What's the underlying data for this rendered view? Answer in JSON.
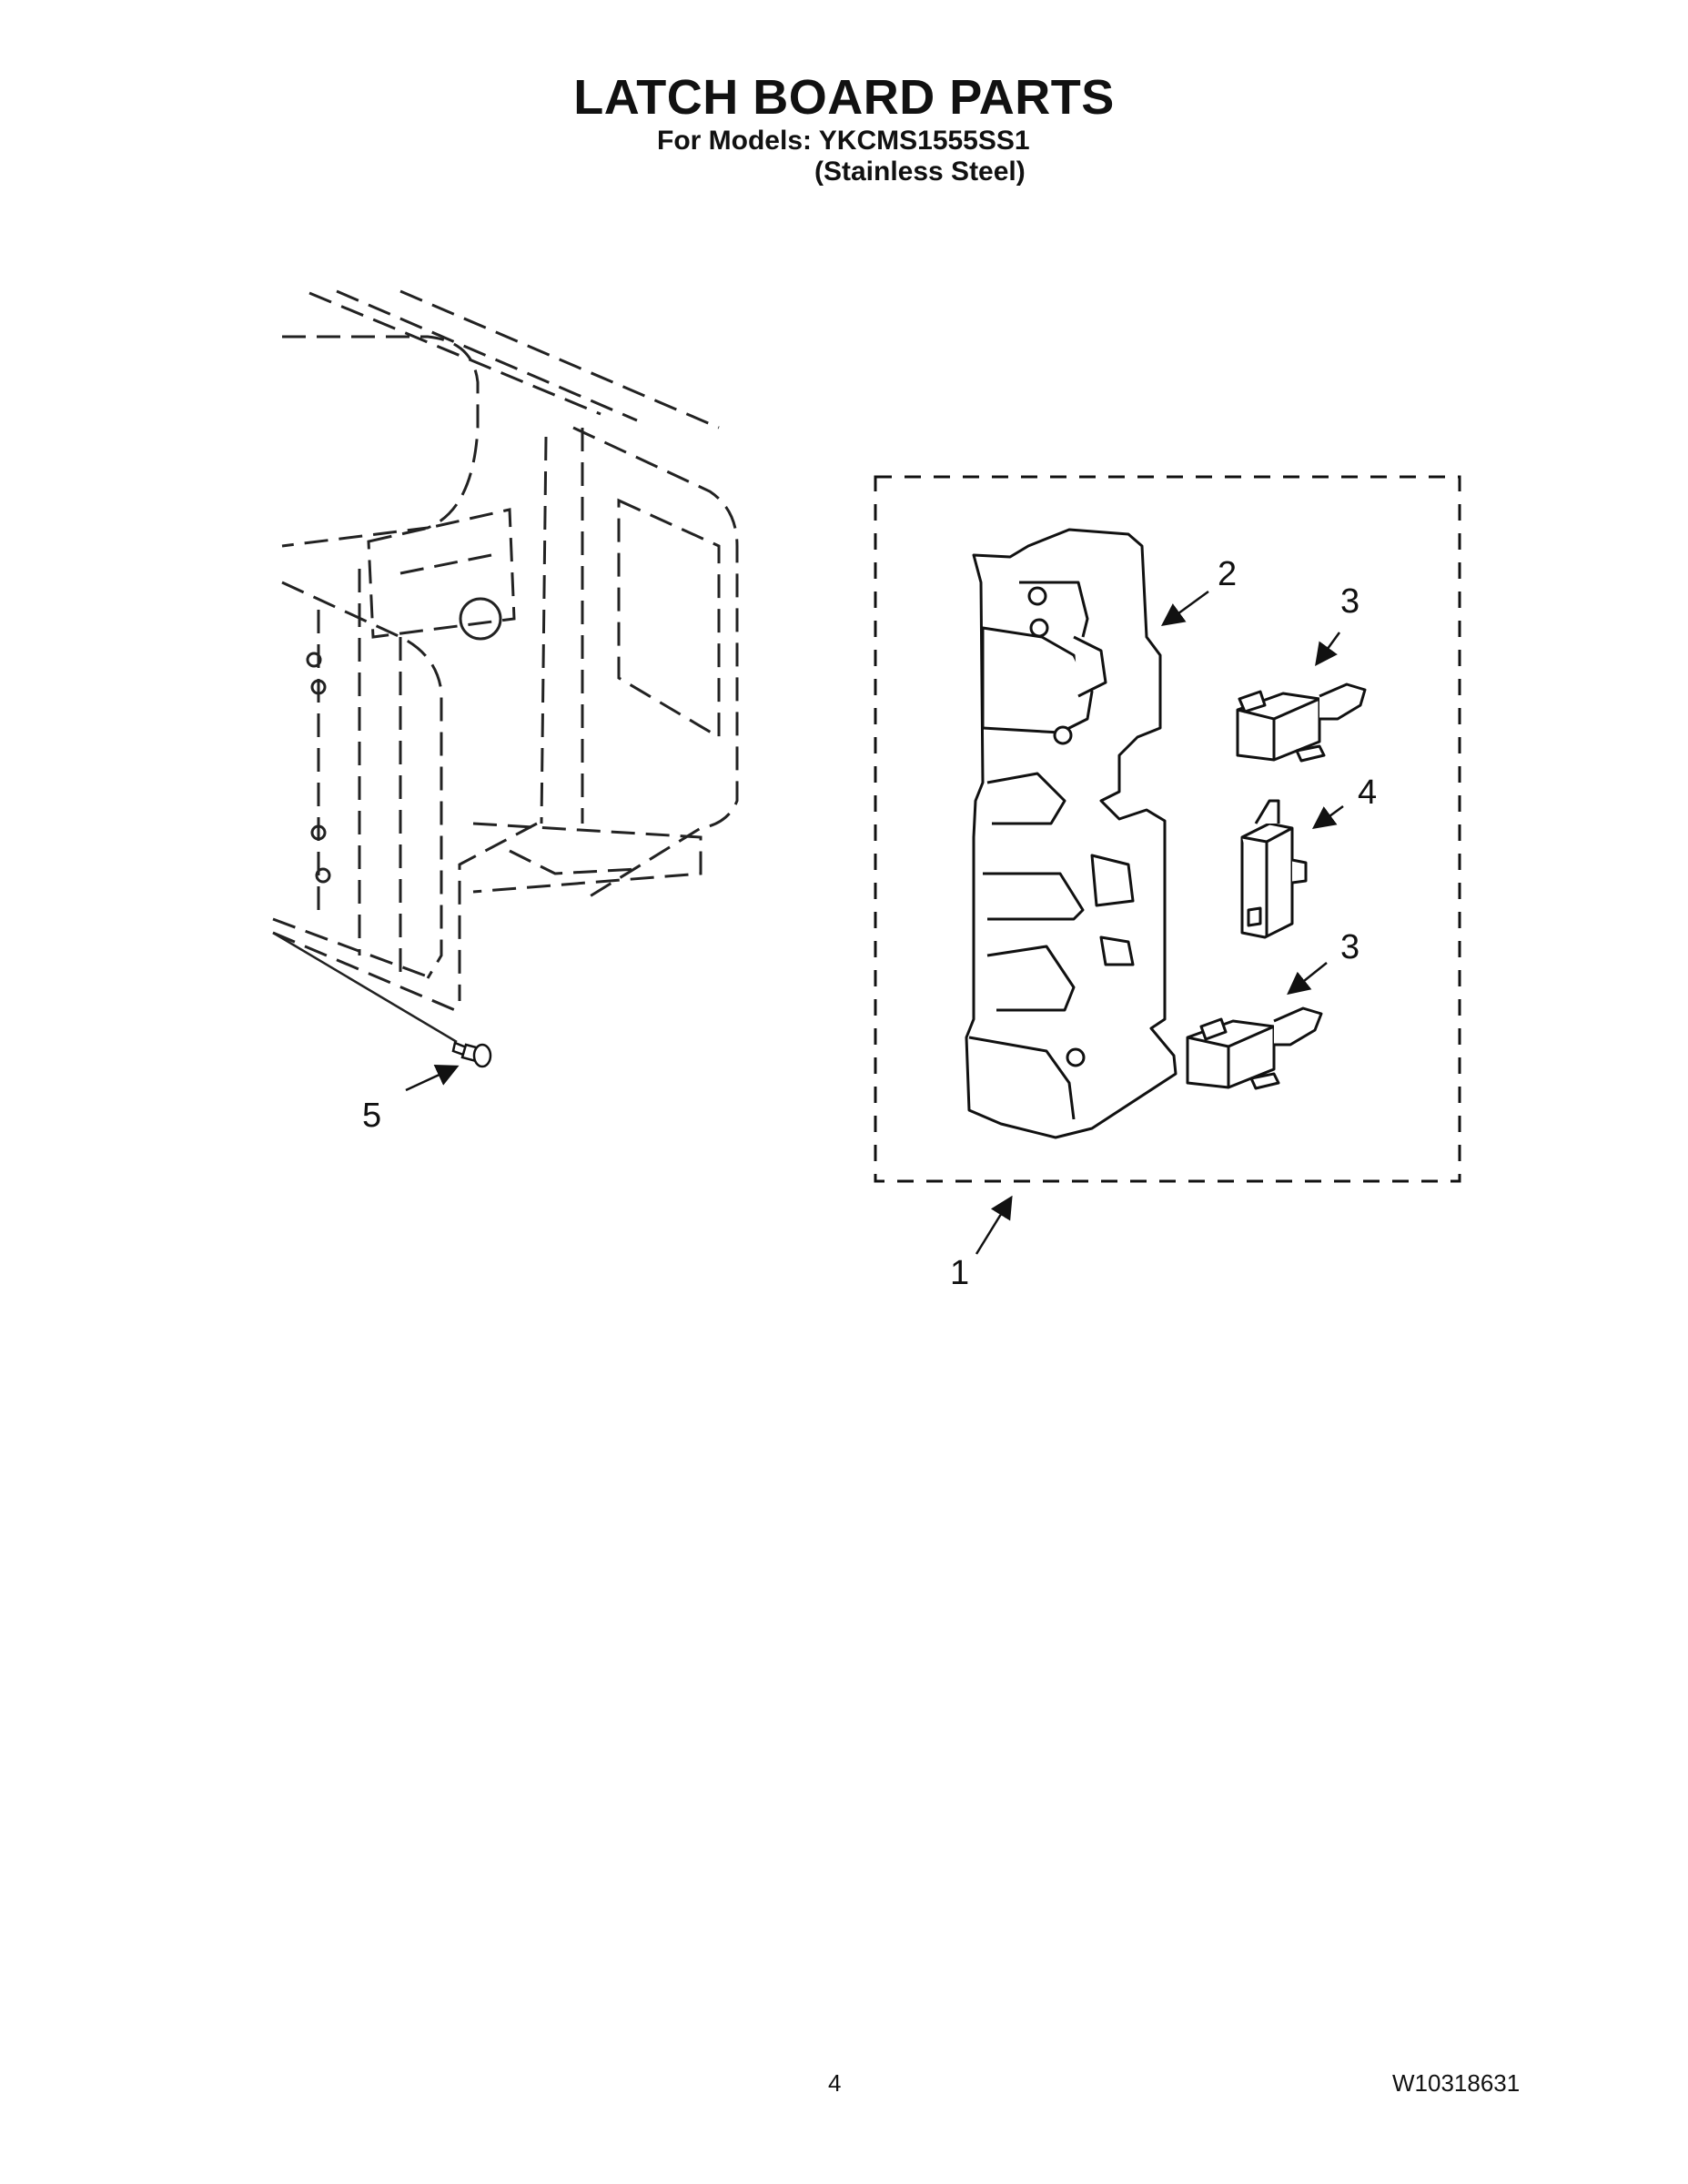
{
  "header": {
    "title": "LATCH BOARD PARTS",
    "models_line": "For Models: YKCMS1555SS1",
    "finish_line": "(Stainless Steel)"
  },
  "callouts": [
    "1",
    "2",
    "3",
    "4",
    "3",
    "5"
  ],
  "footer": {
    "page_number": "4",
    "document_number": "W10318631"
  }
}
